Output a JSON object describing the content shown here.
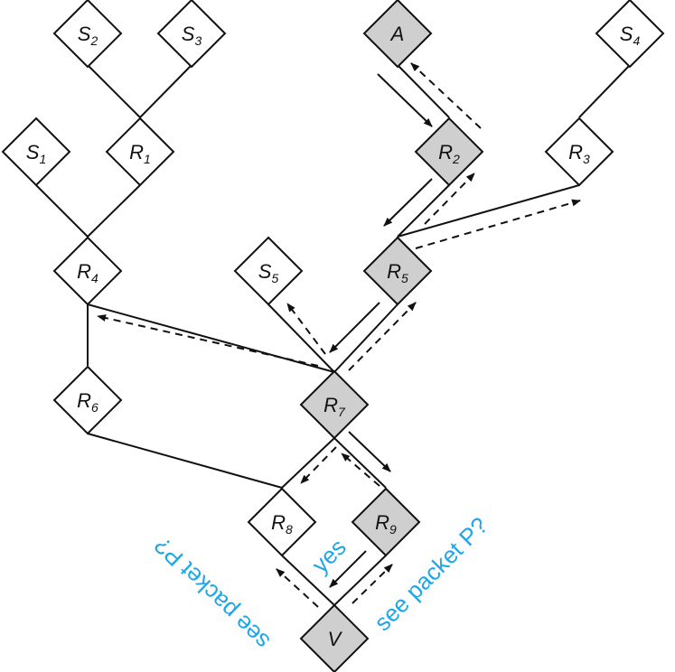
{
  "colors": {
    "line": "#111111",
    "node_fill_plain": "#ffffff",
    "node_fill_shaded": "#cfcfcf",
    "annotation": "#1ea6e6"
  },
  "nodes": {
    "S2": {
      "base": "S",
      "sub": "2",
      "shaded": false
    },
    "S3": {
      "base": "S",
      "sub": "3",
      "shaded": false
    },
    "A": {
      "base": "A",
      "sub": "",
      "shaded": true
    },
    "S4": {
      "base": "S",
      "sub": "4",
      "shaded": false
    },
    "S1": {
      "base": "S",
      "sub": "1",
      "shaded": false
    },
    "R1": {
      "base": "R",
      "sub": "1",
      "shaded": false
    },
    "R2": {
      "base": "R",
      "sub": "2",
      "shaded": true
    },
    "R3": {
      "base": "R",
      "sub": "3",
      "shaded": false
    },
    "R4": {
      "base": "R",
      "sub": "4",
      "shaded": false
    },
    "S5": {
      "base": "S",
      "sub": "5",
      "shaded": false
    },
    "R5": {
      "base": "R",
      "sub": "5",
      "shaded": true
    },
    "R6": {
      "base": "R",
      "sub": "6",
      "shaded": false
    },
    "R7": {
      "base": "R",
      "sub": "7",
      "shaded": true
    },
    "R8": {
      "base": "R",
      "sub": "8",
      "shaded": false
    },
    "R9": {
      "base": "R",
      "sub": "9",
      "shaded": true
    },
    "V": {
      "base": "V",
      "sub": "",
      "shaded": true
    }
  },
  "annotations": {
    "left_question": "see packet P?",
    "right_question": "see packet P?",
    "answer": "yes"
  }
}
